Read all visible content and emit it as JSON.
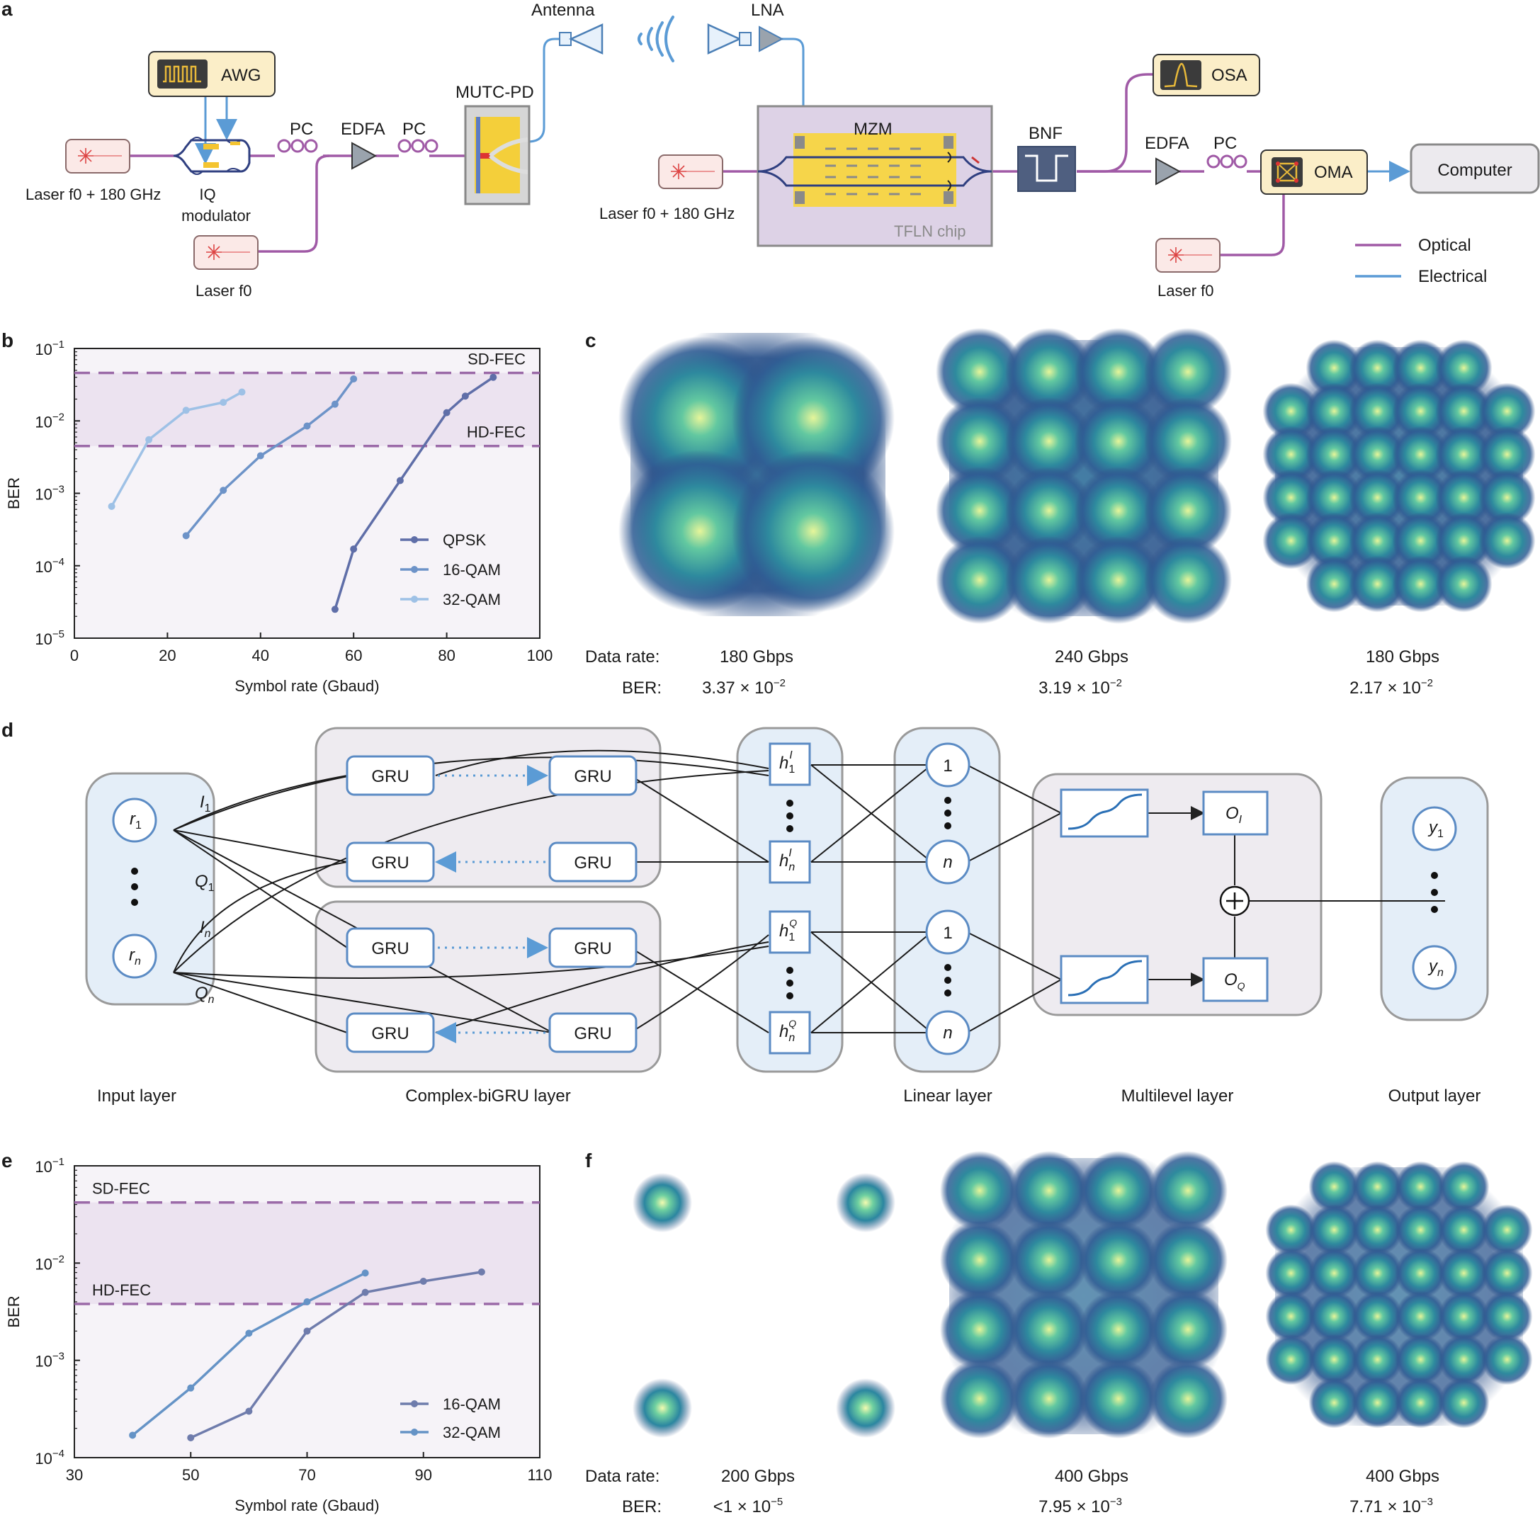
{
  "panels": {
    "a": {
      "label": "a",
      "laser_tx": "Laser f0 + 180 GHz",
      "awg": "AWG",
      "iq_modulator": [
        "IQ",
        "modulator"
      ],
      "pc": "PC",
      "edfa": "EDFA",
      "laser_lo": "Laser f0",
      "mutc_pd": "MUTC-PD",
      "antenna": "Antenna",
      "lna": "LNA",
      "mzm": "MZM",
      "tfln_chip": "TFLN chip",
      "laser_rx": "Laser f0 + 180 GHz",
      "bnf": "BNF",
      "osa": "OSA",
      "edfa_rx": "EDFA",
      "pc_rx": "PC",
      "oma": "OMA",
      "computer": "Computer",
      "laser_rx_lo": "Laser f0",
      "legend": [
        {
          "label": "Optical",
          "color": "#a05aa6"
        },
        {
          "label": "Electrical",
          "color": "#5b9bd5"
        }
      ]
    },
    "b": {
      "label": "b"
    },
    "c": {
      "label": "c",
      "data_rate_label": "Data rate:",
      "ber_label": "BER:",
      "constellations": [
        {
          "rate": "180 Gbps",
          "ber": "3.37 × 10",
          "ber_exp": "−2"
        },
        {
          "rate": "240 Gbps",
          "ber": "3.19 × 10",
          "ber_exp": "−2"
        },
        {
          "rate": "180 Gbps",
          "ber": "2.17 × 10",
          "ber_exp": "−2"
        }
      ]
    },
    "d": {
      "label": "d",
      "gru": "GRU",
      "layers": [
        "Input layer",
        "Complex-biGRU layer",
        "Linear layer",
        "Multilevel layer",
        "Output layer"
      ]
    },
    "e": {
      "label": "e"
    },
    "f": {
      "label": "f",
      "data_rate_label": "Data rate:",
      "ber_label": "BER:",
      "constellations": [
        {
          "rate": "200 Gbps",
          "ber": "<1 × 10",
          "ber_exp": "−5"
        },
        {
          "rate": "400 Gbps",
          "ber": "7.95 × 10",
          "ber_exp": "−3"
        },
        {
          "rate": "400 Gbps",
          "ber": "7.71 × 10",
          "ber_exp": "−3"
        }
      ]
    }
  },
  "chart_data": [
    {
      "id": "b",
      "type": "line",
      "xlabel": "Symbol rate (Gbaud)",
      "ylabel": "BER",
      "xlim": [
        0,
        100
      ],
      "xticks": [
        "0",
        "20",
        "40",
        "60",
        "80",
        "100"
      ],
      "ylim_log10": [
        -5,
        -1
      ],
      "ytick_exponents": [
        "−1",
        "−2",
        "−3",
        "−4",
        "−5"
      ],
      "thresholds": [
        {
          "name": "SD-FEC",
          "value": 0.046
        },
        {
          "name": "HD-FEC",
          "value": 0.0045
        }
      ],
      "series": [
        {
          "name": "QPSK",
          "color": "#5f6ea8",
          "x": [
            56,
            60,
            70,
            80,
            84,
            90
          ],
          "y": [
            2.5e-05,
            0.00017,
            0.0015,
            0.013,
            0.022,
            0.04
          ]
        },
        {
          "name": "16-QAM",
          "color": "#6d93c8",
          "x": [
            24,
            32,
            40,
            50,
            56,
            60
          ],
          "y": [
            0.00026,
            0.0011,
            0.0033,
            0.0085,
            0.017,
            0.038
          ]
        },
        {
          "name": "32-QAM",
          "color": "#9ec1e6",
          "x": [
            8,
            16,
            24,
            32,
            36
          ],
          "y": [
            0.00066,
            0.0055,
            0.014,
            0.018,
            0.025
          ]
        }
      ],
      "legend_position": "lower-right"
    },
    {
      "id": "e",
      "type": "line",
      "xlabel": "Symbol rate (Gbaud)",
      "ylabel": "BER",
      "xlim": [
        30,
        110
      ],
      "xticks": [
        "30",
        "50",
        "70",
        "90",
        "110"
      ],
      "ylim_log10": [
        -4,
        -1
      ],
      "ytick_exponents": [
        "−1",
        "−2",
        "−3",
        "−4"
      ],
      "thresholds": [
        {
          "name": "SD-FEC",
          "value": 0.042
        },
        {
          "name": "HD-FEC",
          "value": 0.0038
        }
      ],
      "series": [
        {
          "name": "16-QAM",
          "color": "#6f7cac",
          "x": [
            50,
            60,
            70,
            80,
            90,
            100
          ],
          "y": [
            0.00016,
            0.0003,
            0.002,
            0.005,
            0.0065,
            0.0081
          ]
        },
        {
          "name": "32-QAM",
          "color": "#6593c6",
          "x": [
            40,
            50,
            60,
            70,
            80
          ],
          "y": [
            0.00017,
            0.00052,
            0.0019,
            0.004,
            0.0079
          ]
        }
      ],
      "legend_position": "lower-right"
    }
  ]
}
